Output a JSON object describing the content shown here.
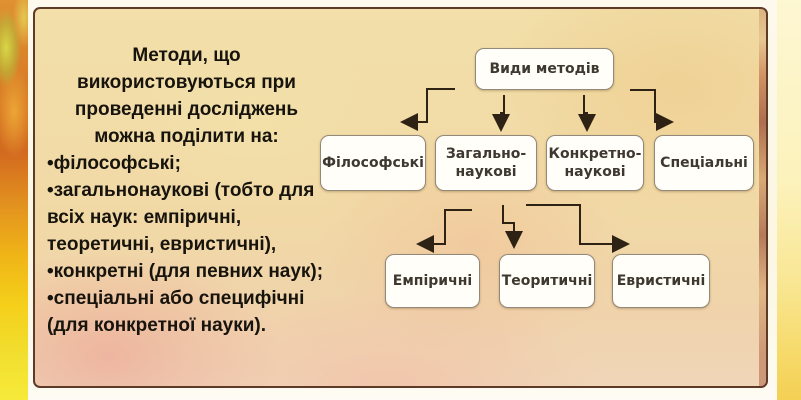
{
  "intro": {
    "title": "Методи, що використовуються при проведенні досліджень можна поділити на:",
    "bullet_char": "•",
    "bullets": [
      "філософські;",
      "загальнонаукові (тобто для всіх наук: емпіричні, теоретичні, евристичні),",
      "конкретні (для певних наук);",
      "спеціальні або специфічні (для конкретної науки)."
    ]
  },
  "diagram": {
    "root": "Види методів",
    "level1": [
      "Філософські",
      "Загально-наукові",
      "Конкретно-наукові",
      "Спеціальні"
    ],
    "level2": [
      "Емпіричні",
      "Теоритичні",
      "Евристичні"
    ]
  },
  "colors": {
    "parchment": "#f1dca6",
    "box_fill": "#fffef8",
    "box_border": "#93897a",
    "connector": "#2e2215",
    "frame_border": "#5e3b27",
    "ornament_orange": "#d97f28",
    "ornament_yellow": "#f4cf1a",
    "text": "#17130d"
  }
}
